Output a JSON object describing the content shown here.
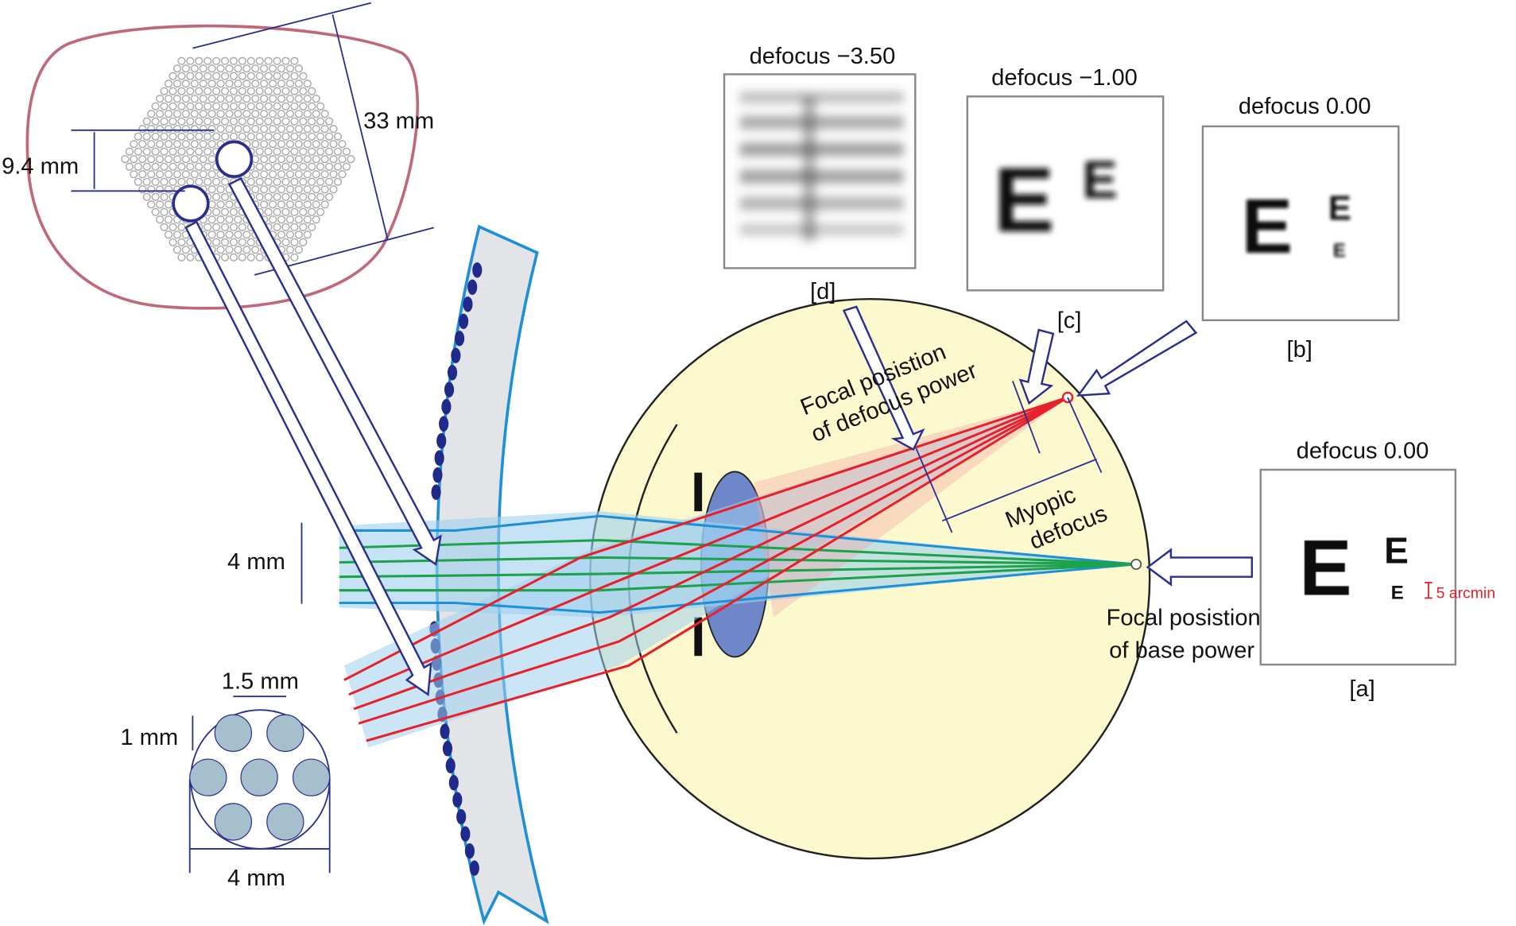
{
  "lens_dims": {
    "height": "33 mm",
    "spacing": "9.4 mm"
  },
  "beam": {
    "width": "4 mm"
  },
  "microlens_cluster": {
    "pitch": "1.5 mm",
    "diameter": "1 mm",
    "width": "4 mm"
  },
  "panels": [
    {
      "title": "defocus −3.50",
      "tag": "[d]",
      "blur": 6
    },
    {
      "title": "defocus −1.00",
      "tag": "[c]",
      "blur": 4
    },
    {
      "title": "defocus 0.00",
      "tag": "[b]",
      "blur": 1.6
    },
    {
      "title": "defocus 0.00",
      "tag": "[a]",
      "blur": 0
    }
  ],
  "letter": "E",
  "scale_label": "5 arcmin",
  "annotations": {
    "defocus_focal_1": "Focal posistion",
    "defocus_focal_2": "of defocus power",
    "myopic_1": "Myopic",
    "myopic_2": "defocus",
    "base_focal_1": "Focal posistion",
    "base_focal_2": "of base power"
  },
  "colors": {
    "lens_outline": "#c0687a",
    "eye": "#fdf9cf",
    "lens": "#6f86c8",
    "blue": "#1e90d8",
    "green": "#1ca24a",
    "red": "#e8202a",
    "arrow": "#2a2f8f"
  }
}
